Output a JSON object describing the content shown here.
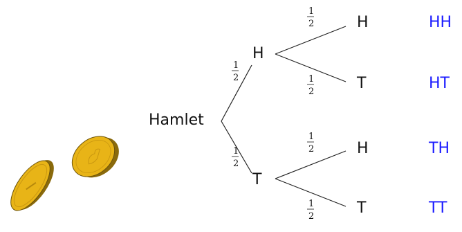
{
  "tree": {
    "root": "Hamlet",
    "level1": [
      {
        "label": "H",
        "prob_num": "1",
        "prob_den": "2"
      },
      {
        "label": "T",
        "prob_num": "1",
        "prob_den": "2"
      }
    ],
    "level2": [
      {
        "label": "H",
        "prob_num": "1",
        "prob_den": "2"
      },
      {
        "label": "T",
        "prob_num": "1",
        "prob_den": "2"
      },
      {
        "label": "H",
        "prob_num": "1",
        "prob_den": "2"
      },
      {
        "label": "T",
        "prob_num": "1",
        "prob_den": "2"
      }
    ],
    "outcomes": [
      "HH",
      "HT",
      "TH",
      "TT"
    ]
  },
  "colors": {
    "outcome": "#1a1aff",
    "coin_face": "#e8b417",
    "coin_edge": "#8a6a0c"
  },
  "illustration": {
    "coin_left_icon": "coin-icon",
    "coin_right_icon": "coin-icon"
  }
}
